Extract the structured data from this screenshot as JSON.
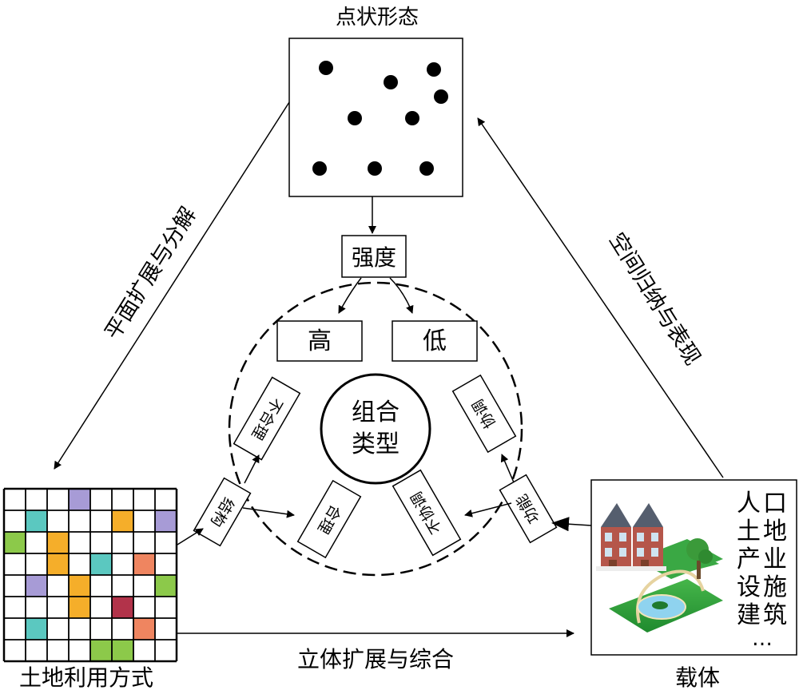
{
  "top": {
    "title": "点状形态",
    "intensity_label": "强度",
    "high_label": "高",
    "low_label": "低"
  },
  "center": {
    "line1": "组合",
    "line2": "类型"
  },
  "inner": {
    "structure_label": "结构",
    "reasonable_label": "合理",
    "unreasonable_label": "不合理",
    "function_label": "功能",
    "coordinated_label": "协调",
    "uncoordinated_label": "不协调"
  },
  "edges": {
    "left_label": "平面扩展与分解",
    "right_label": "空间归纳与表现",
    "bottom_label": "立体扩展与综合"
  },
  "left_node": {
    "title": "土地利用方式",
    "grid_colors": {
      "purple": "#a79bd6",
      "teal": "#5bc8c0",
      "orange": "#f5ae2a",
      "green": "#8cc94a",
      "salmon": "#ef8560",
      "red": "#b2334a"
    }
  },
  "right_node": {
    "title": "载体",
    "items": [
      [
        "人",
        "口"
      ],
      [
        "土",
        "地"
      ],
      [
        "产",
        "业"
      ],
      [
        "设",
        "施"
      ],
      [
        "建",
        "筑"
      ]
    ],
    "ellipsis": "…"
  }
}
